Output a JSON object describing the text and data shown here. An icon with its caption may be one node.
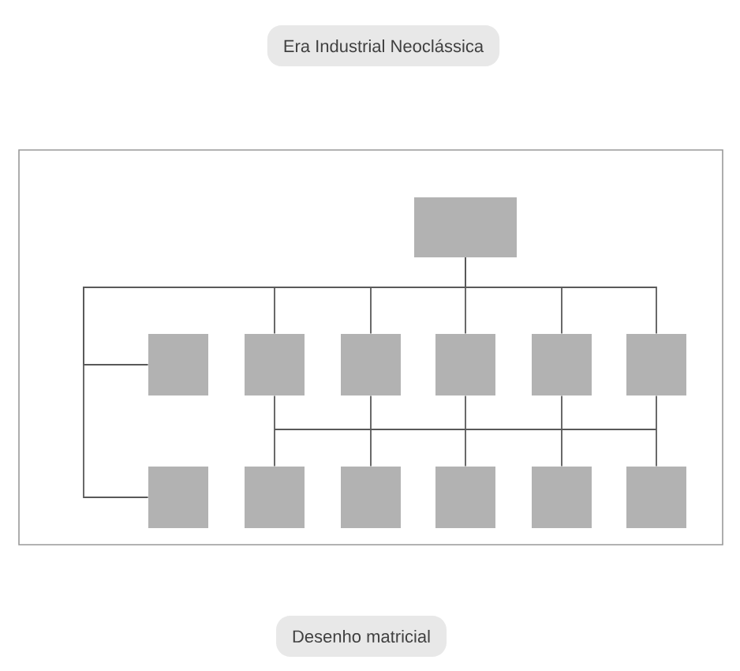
{
  "diagram": {
    "nodes": [
      {
        "text": [
          "Era Industrial Neoclássica"
        ]
      },
      {
        "text": [],
        "shape": "box"
      },
      {
        "text": [],
        "shape": "box"
      },
      {
        "text": [],
        "shape": "box"
      },
      {
        "text": [],
        "shape": "box"
      },
      {
        "text": [],
        "shape": "box"
      },
      {
        "text": [],
        "shape": "box"
      },
      {
        "text": [],
        "shape": "box"
      },
      {
        "text": [],
        "shape": "box"
      },
      {
        "text": [],
        "shape": "box"
      },
      {
        "text": [],
        "shape": "box"
      },
      {
        "text": [],
        "shape": "box"
      },
      {
        "text": [],
        "shape": "box"
      },
      {
        "text": [],
        "shape": "box"
      },
      {
        "text": [
          "Desenho matricial"
        ]
      }
    ],
    "edges": [
      {
        "from": 1,
        "to": 2,
        "arrow": "none"
      },
      {
        "from": 1,
        "to": 3,
        "arrow": "none"
      },
      {
        "from": 1,
        "to": 4,
        "arrow": "none"
      },
      {
        "from": 1,
        "to": 5,
        "arrow": "none"
      },
      {
        "from": 1,
        "to": 6,
        "arrow": "none"
      },
      {
        "from": 1,
        "to": 7,
        "arrow": "none"
      },
      {
        "from": 1,
        "to": 8,
        "arrow": "none"
      },
      {
        "from": 3,
        "to": 9,
        "arrow": "none"
      },
      {
        "from": 4,
        "to": 10,
        "arrow": "none"
      },
      {
        "from": 5,
        "to": 11,
        "arrow": "none"
      },
      {
        "from": 6,
        "to": 12,
        "arrow": "none"
      },
      {
        "from": 7,
        "to": 13,
        "arrow": "none"
      }
    ]
  }
}
